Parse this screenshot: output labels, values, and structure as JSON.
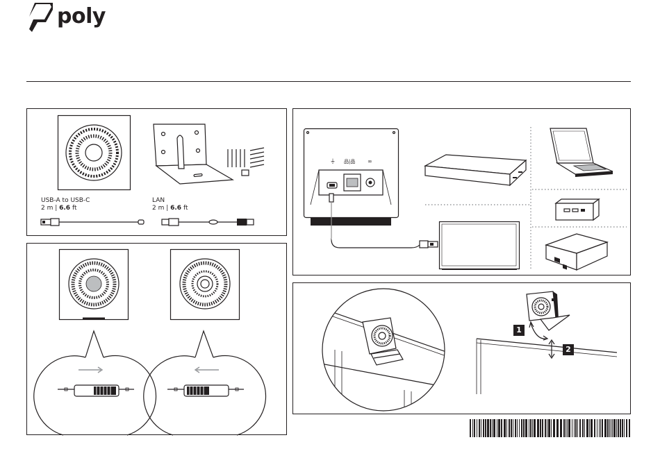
{
  "brand": {
    "name": "poly",
    "logo_icon": "poly-mark-icon"
  },
  "cables": {
    "usb": {
      "title": "USB-A to USB-C",
      "length_m": "2 m",
      "length_ft": "6.6",
      "unit_ft": "ft"
    },
    "lan": {
      "title": "LAN",
      "length_m": "2 m",
      "length_ft": "6.6",
      "unit_ft": "ft"
    }
  },
  "install": {
    "step1": "1",
    "step2": "2"
  },
  "colors": {
    "ink": "#231f20",
    "gray": "#bcbec0",
    "white": "#ffffff"
  }
}
